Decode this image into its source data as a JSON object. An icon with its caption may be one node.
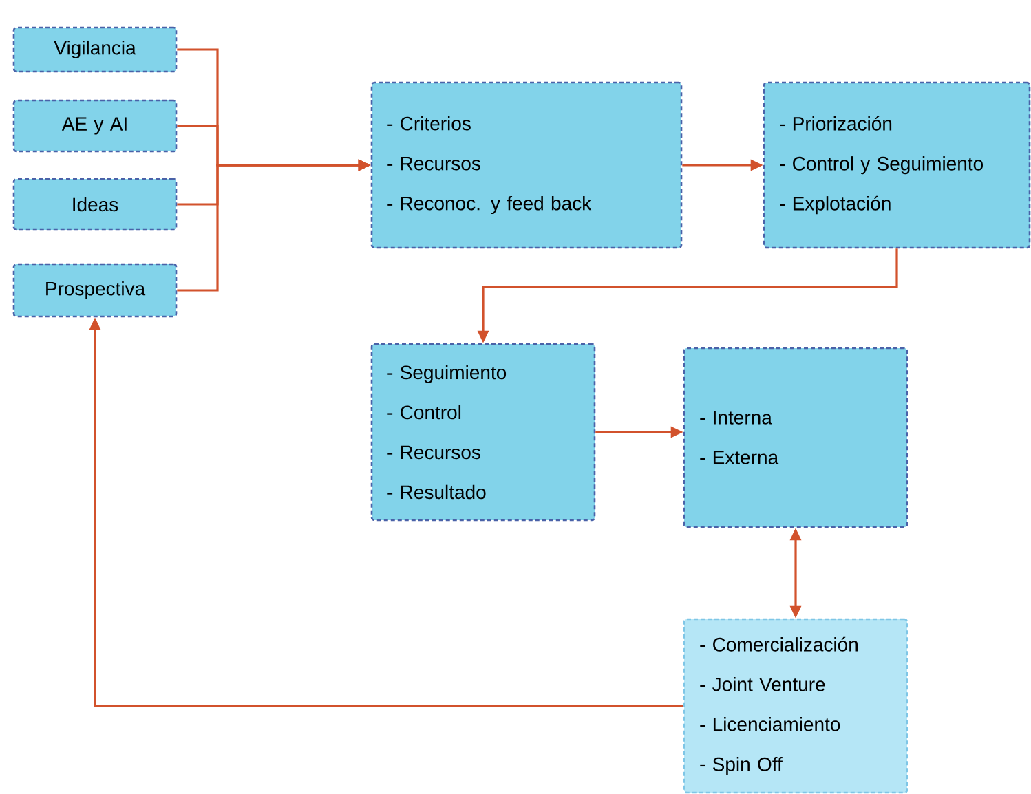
{
  "diagram": {
    "nodes": [
      {
        "text": [
          "Vigilancia"
        ]
      },
      {
        "text": [
          "AE y AI"
        ]
      },
      {
        "text": [
          "Ideas"
        ]
      },
      {
        "text": [
          "Prospectiva"
        ]
      },
      {
        "text": [
          "- Criterios",
          "- Recursos",
          "- Reconoc. y feed back"
        ]
      },
      {
        "text": [
          "- Priorización",
          "- Control y Seguimiento",
          "- Explotación"
        ]
      },
      {
        "text": [
          "- Seguimiento",
          "- Control",
          "- Recursos",
          "- Resultado"
        ]
      },
      {
        "text": [
          "- Interna",
          "- Externa"
        ]
      },
      {
        "text": [
          "- Comercialización",
          "- Joint Venture",
          "- Licenciamiento",
          "- Spin Off"
        ]
      }
    ],
    "edges": [
      {
        "from": 0,
        "to": 4,
        "arrow": "to"
      },
      {
        "from": 1,
        "to": 4,
        "arrow": "to"
      },
      {
        "from": 2,
        "to": 4,
        "arrow": "to"
      },
      {
        "from": 3,
        "to": 4,
        "arrow": "to"
      },
      {
        "from": 4,
        "to": 5,
        "arrow": "to"
      },
      {
        "from": 5,
        "to": 6,
        "arrow": "to"
      },
      {
        "from": 6,
        "to": 7,
        "arrow": "to"
      },
      {
        "from": 7,
        "to": 8,
        "arrow": "both"
      },
      {
        "from": 8,
        "to": 3,
        "arrow": "to"
      }
    ]
  }
}
